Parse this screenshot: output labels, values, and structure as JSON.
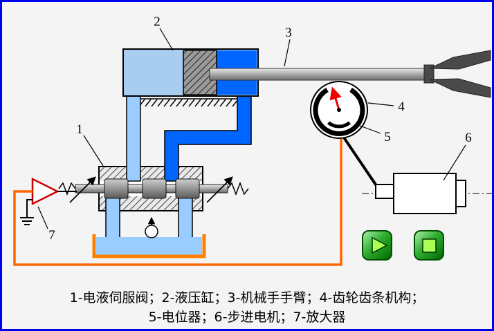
{
  "labels": {
    "servo_valve": "1",
    "cylinder": "2",
    "arm": "3",
    "gear_rack": "4",
    "potentiometer": "5",
    "stepper_motor": "6",
    "amplifier": "7"
  },
  "caption": {
    "line1": "1-电液伺服阀；2-液压缸；3-机械手手臂；4-齿轮齿条机构；",
    "line2": "5-电位器；6-步进电机；7-放大器"
  },
  "colors": {
    "frame_border": "#0000ee",
    "background": "#f4f4f4",
    "pipe_light": "#99ccff",
    "pipe_dark": "#0066ff",
    "wire_orange": "#ff6600",
    "needle_red": "#ee0000",
    "tank_outline": "#ff8000",
    "amplifier_outline": "#cc0000",
    "button_green": "#00a000"
  },
  "icons": {
    "play": "play-icon",
    "stop": "stop-icon"
  }
}
